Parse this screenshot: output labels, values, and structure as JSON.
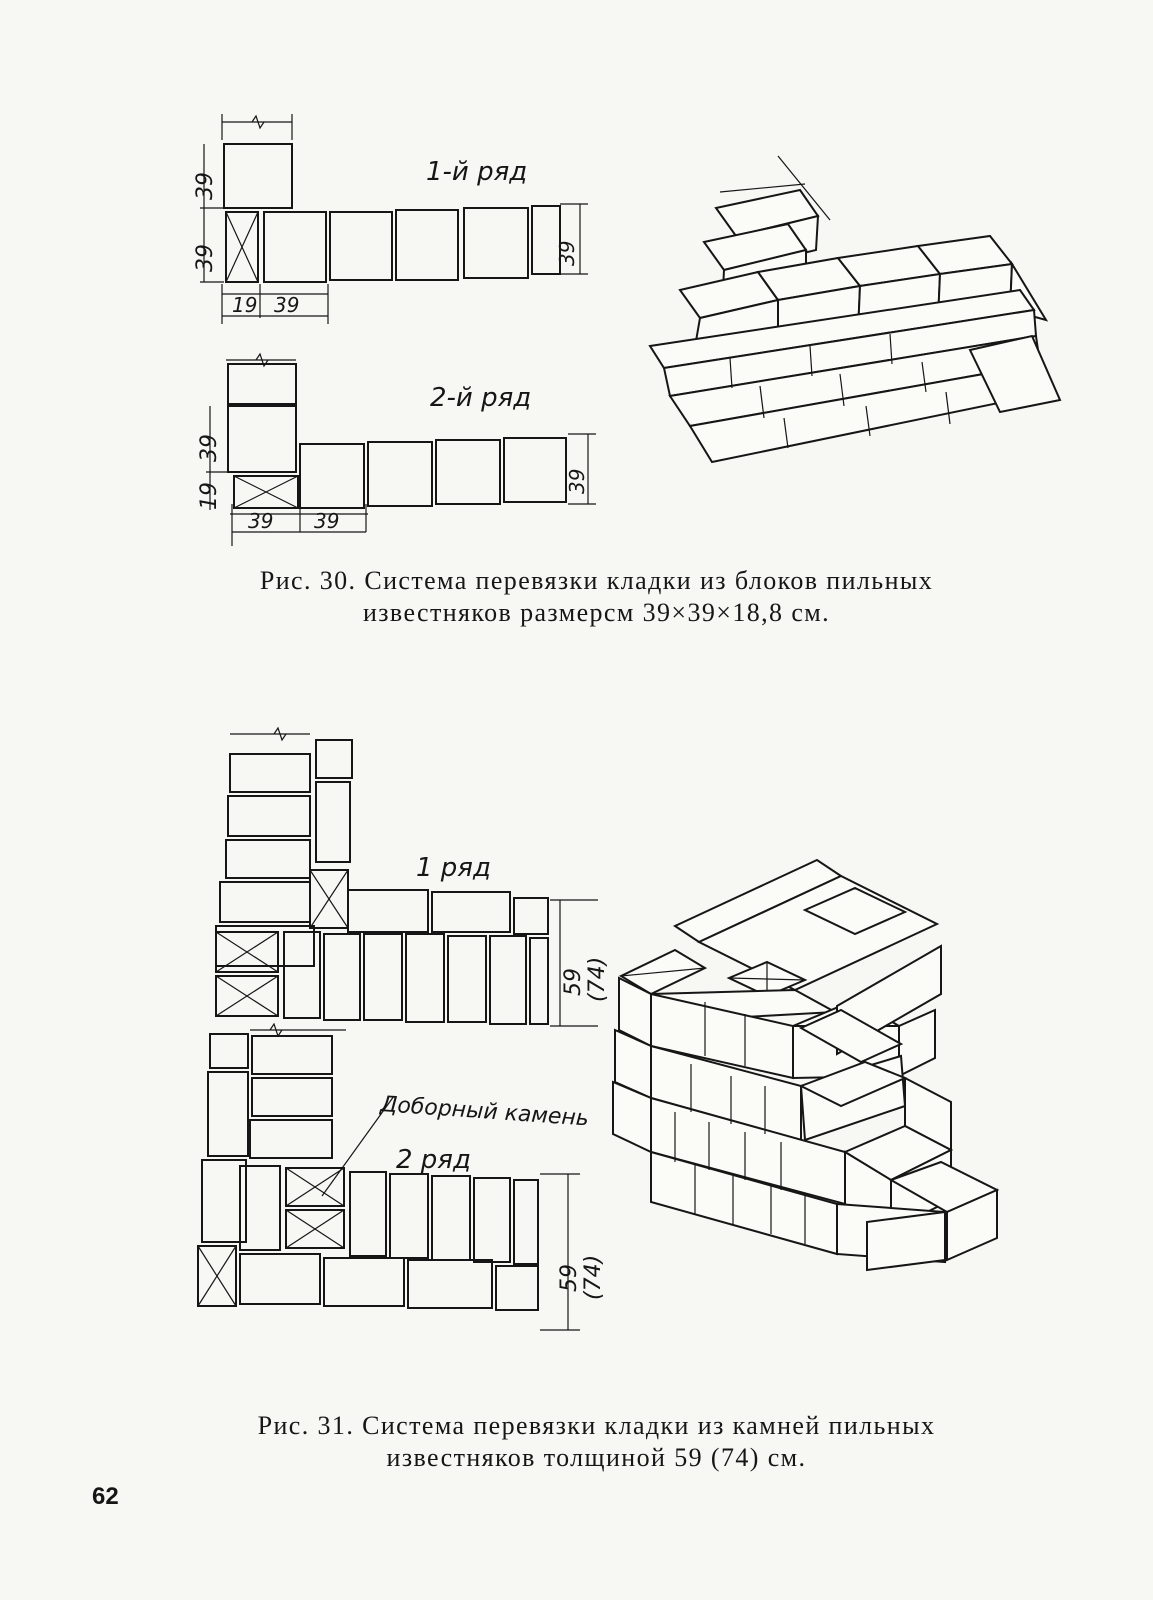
{
  "figure30": {
    "row1_label": "1-й ряд",
    "row2_label": "2-й ряд",
    "dims_row1": {
      "left_top": "39",
      "left_bottom": "39",
      "bottom_a": "19",
      "bottom_b": "39",
      "right": "39"
    },
    "dims_row2": {
      "left_top": "39",
      "left_bottom": "19",
      "bottom_a": "39",
      "bottom_b": "39",
      "right": "39"
    },
    "caption_line1": "Рис. 30. Система перевязки кладки из блоков пильных",
    "caption_line2": "известняков размерсм 39×39×18,8 см."
  },
  "figure31": {
    "row1_label": "1 ряд",
    "row2_label": "2 ряд",
    "extra_stone_label": "Доборный камень",
    "dim_row1_main": "59",
    "dim_row1_alt": "(74)",
    "dim_row2_main": "59",
    "dim_row2_alt": "(74)",
    "caption_line1": "Рис. 31. Система перевязки кладки из камней пильных",
    "caption_line2": "известняков толщиной 59 (74) см."
  },
  "page_number": "62"
}
